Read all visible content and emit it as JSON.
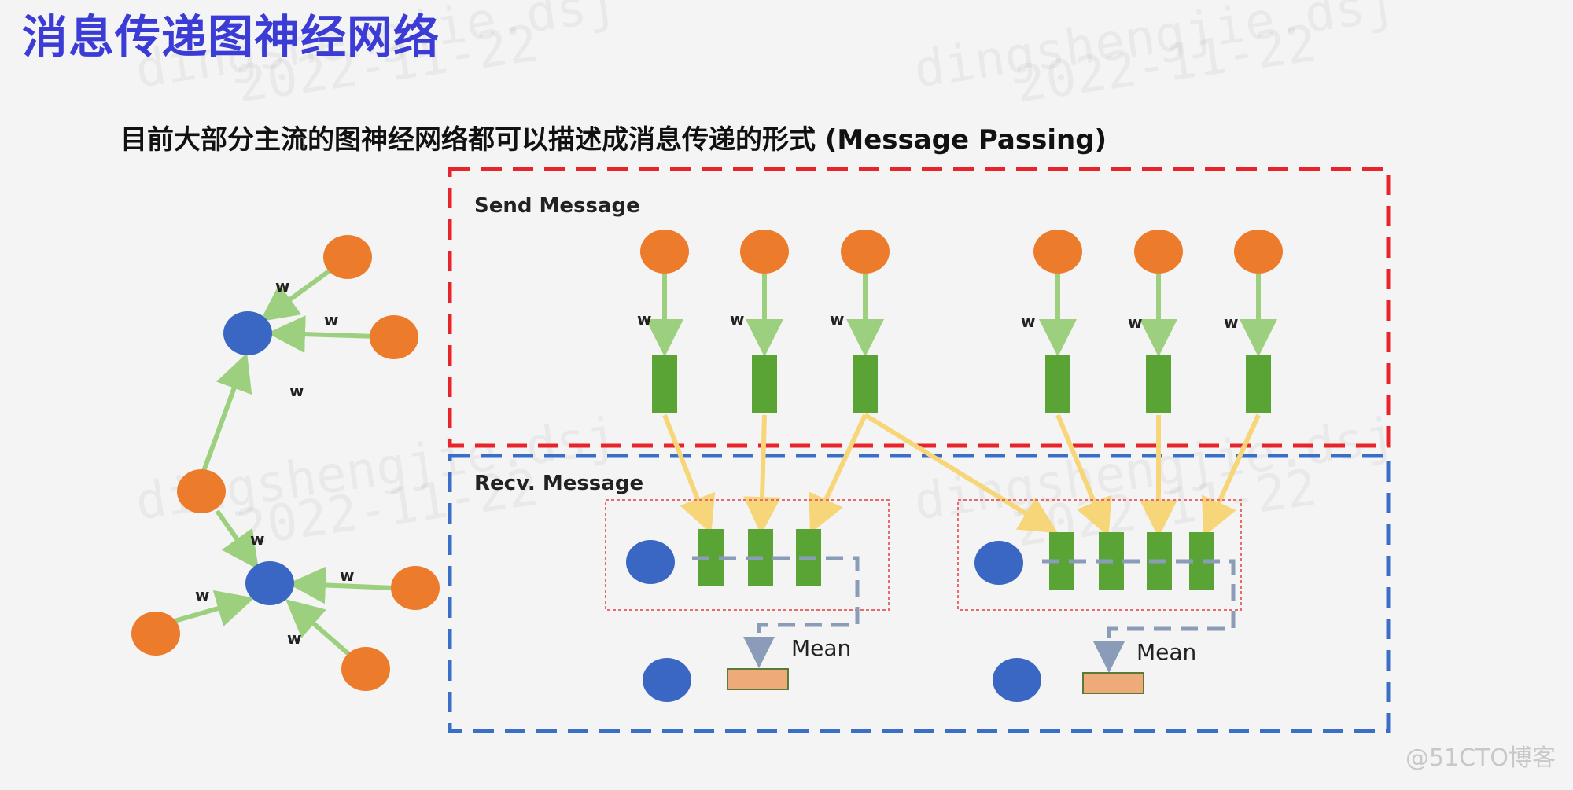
{
  "title": "消息传递图神经网络",
  "subtitle": "目前大部分主流的图神经网络都可以描述成消息传递的形式 (Message Passing)",
  "send_label": "Send Message",
  "recv_label": "Recv. Message",
  "mean_label_1": "Mean",
  "mean_label_2": "Mean",
  "weight_label": "w",
  "watermark_user": "dingshengjie.dsj",
  "watermark_date": "2022-11-22",
  "footer": "@51CTO博客",
  "colors": {
    "title": "#3b3bd6",
    "send_box": "#e8242a",
    "recv_box": "#3a6fc8",
    "group_box": "#e86a6a",
    "neighbor_node": "#ec7c2c",
    "target_node": "#3a66c4",
    "message_rect": "#5aa436",
    "mean_rect": "#eeaa78",
    "weight_arrow": "#9cd07e",
    "send_arrow": "#f7d67a",
    "mean_arrow": "#8a9cb8"
  }
}
